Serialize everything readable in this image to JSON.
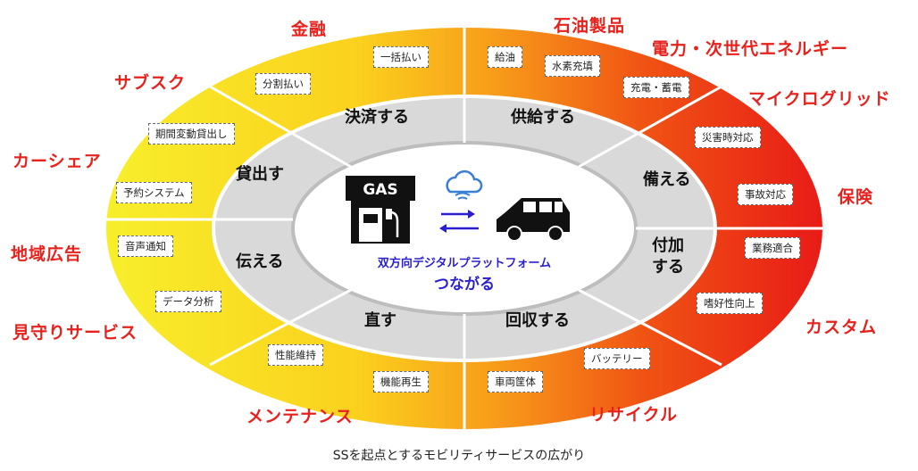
{
  "colors": {
    "outer_gradient": [
      "#f7ef2b",
      "#fbd11e",
      "#f79a1a",
      "#f05314",
      "#e81b17"
    ],
    "ring_fill": "#d9d9d9",
    "label_red": "#e8211c",
    "center_blue": "#2a1fd0",
    "cloud_blue": "#3a7fd4"
  },
  "icons": [
    "gas-station-icon",
    "cloud-icon",
    "bidirectional-arrow-icon",
    "car-icon"
  ],
  "outer_labels": {
    "finance": "金融",
    "petroleum": "石油製品",
    "energy": "電力・次世代エネルギー",
    "microgrid": "マイクログリッド",
    "subscription": "サブスク",
    "carshare": "カーシェア",
    "insurance": "保険",
    "local_ads": "地域広告",
    "watch_service": "見守りサービス",
    "custom": "カスタム",
    "maintenance": "メンテナンス",
    "recycle": "リサイクル"
  },
  "tags": {
    "lump_sum": "一括払い",
    "installment": "分割払い",
    "period_rental": "期間変動貸出し",
    "reservation": "予約システム",
    "voice_notice": "音声通知",
    "data_analysis": "データ分析",
    "performance": "性能維持",
    "function_regen": "機能再生",
    "fueling": "給油",
    "hydrogen": "水素充填",
    "charge_store": "充電・蓄電",
    "disaster": "災害時対応",
    "accident": "事故対応",
    "business": "業務適合",
    "preference": "嗜好性向上",
    "battery": "バッテリー",
    "body": "車両筐体"
  },
  "actions": {
    "settle": "決済する",
    "supply": "供給する",
    "lend": "貸出す",
    "prepare": "備える",
    "convey": "伝える",
    "add_line1": "付加",
    "add_line2": "する",
    "fix": "直す",
    "collect": "回収する"
  },
  "center": {
    "gas_sign": "GAS",
    "platform": "双方向デジタルプラットフォーム",
    "connect": "つながる"
  },
  "caption": "SSを起点とするモビリティサービスの広がり"
}
